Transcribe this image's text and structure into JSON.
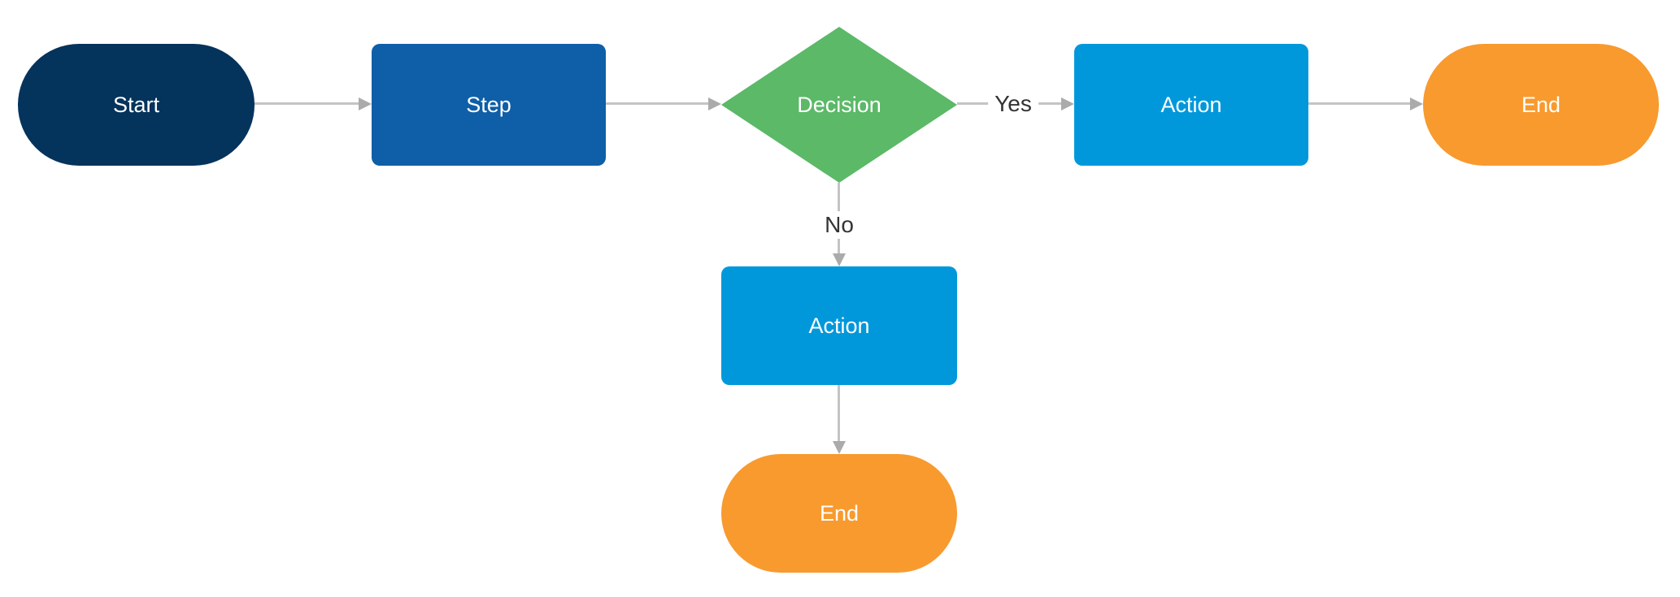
{
  "diagram": {
    "type": "flowchart",
    "background": "#FFFFFF",
    "nodes": [
      {
        "id": "start",
        "label": "Start",
        "shape": "stadium",
        "color": "#04335C",
        "text_color": "#FFFFFF"
      },
      {
        "id": "step",
        "label": "Step",
        "shape": "rounded-rect",
        "color": "#0E5FA8",
        "text_color": "#FFFFFF"
      },
      {
        "id": "decision",
        "label": "Decision",
        "shape": "diamond",
        "color": "#5BB968",
        "text_color": "#FFFFFF"
      },
      {
        "id": "action-yes",
        "label": "Action",
        "shape": "rounded-rect",
        "color": "#0098DB",
        "text_color": "#FFFFFF"
      },
      {
        "id": "end-yes",
        "label": "End",
        "shape": "stadium",
        "color": "#F89A2E",
        "text_color": "#FFFFFF"
      },
      {
        "id": "action-no",
        "label": "Action",
        "shape": "rounded-rect",
        "color": "#0098DB",
        "text_color": "#FFFFFF"
      },
      {
        "id": "end-no",
        "label": "End",
        "shape": "stadium",
        "color": "#F89A2E",
        "text_color": "#FFFFFF"
      }
    ],
    "edges": [
      {
        "from": "start",
        "to": "step",
        "label": ""
      },
      {
        "from": "step",
        "to": "decision",
        "label": ""
      },
      {
        "from": "decision",
        "to": "action-yes",
        "label": "Yes"
      },
      {
        "from": "action-yes",
        "to": "end-yes",
        "label": ""
      },
      {
        "from": "decision",
        "to": "action-no",
        "label": "No"
      },
      {
        "from": "action-no",
        "to": "end-no",
        "label": ""
      }
    ],
    "connector": {
      "line_color": "#C4C4C4",
      "arrow_color": "#ABABAB",
      "label_color": "#333333",
      "label_background": "#FFFFFF"
    }
  }
}
